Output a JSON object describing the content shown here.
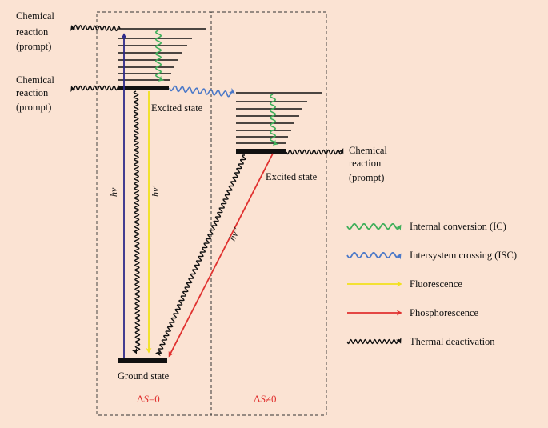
{
  "labels": {
    "chem_reaction_top_line1": "Chemical",
    "chem_reaction_top_line2": "reaction",
    "chem_reaction_top_line3": "(prompt)",
    "chem_reaction_mid_line1": "Chemical",
    "chem_reaction_mid_line2": "reaction",
    "chem_reaction_mid_line3": "(prompt)",
    "chem_reaction_right_line1": "Chemical",
    "chem_reaction_right_line2": "reaction",
    "chem_reaction_right_line3": "(prompt)",
    "excited_state_singlet": "Excited state",
    "excited_state_triplet": "Excited state",
    "ground_state": "Ground state",
    "hv_absorption": "hν",
    "hv_fluorescence": "hν′",
    "hv_phosphorescence": "hν″",
    "delta_s_zero_symbol": "Δ",
    "delta_s_zero_var": "S",
    "delta_s_zero_rel": "=0",
    "delta_s_nonzero_symbol": "Δ",
    "delta_s_nonzero_var": "S",
    "delta_s_nonzero_rel": "≠0"
  },
  "legend": [
    {
      "label": "Internal conversion (IC)",
      "style": "wavy",
      "color": "#3FAF5A"
    },
    {
      "label": "Intersystem crossing (ISC)",
      "style": "wavy",
      "color": "#4A78C8"
    },
    {
      "label": "Fluorescence",
      "style": "straight",
      "color": "#F2E11C"
    },
    {
      "label": "Phosphorescence",
      "style": "straight",
      "color": "#E0312F"
    },
    {
      "label": "Thermal deactivation",
      "style": "wavy",
      "color": "#111111"
    }
  ],
  "colors": {
    "background": "#FBE3D3",
    "absorption": "#2E2A8A",
    "fluorescence": "#F2E11C",
    "phosphorescence": "#E0312F",
    "internal_conversion": "#3FAF5A",
    "intersystem_crossing": "#4A78C8",
    "thermal": "#111111",
    "delta_text": "#E0312F"
  }
}
